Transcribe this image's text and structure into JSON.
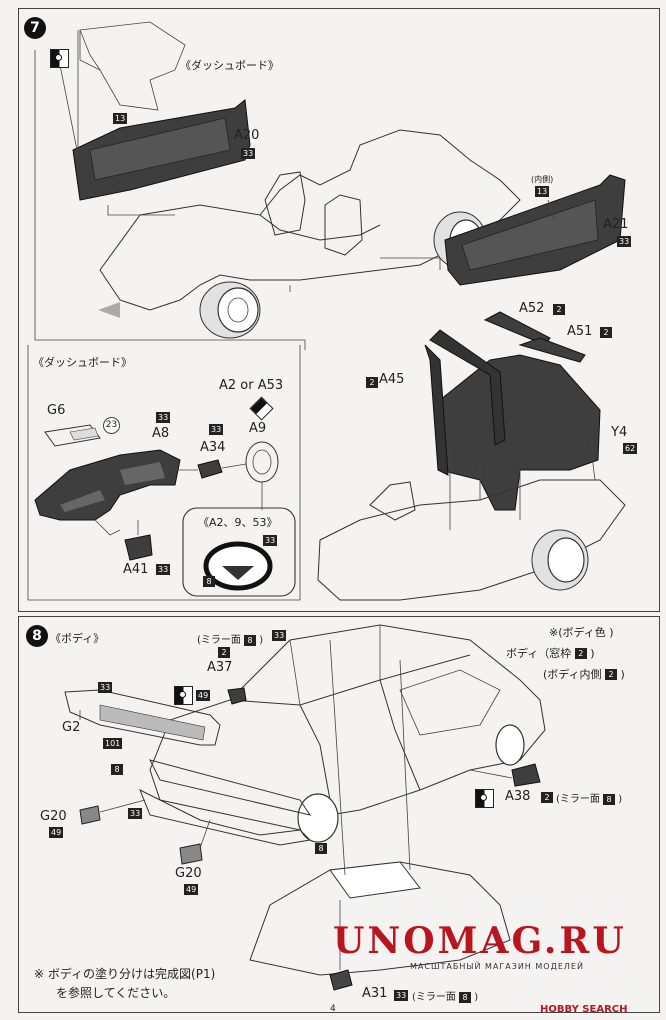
{
  "step7": {
    "number": "7",
    "dashboard_caption": "《ダッシュボード》",
    "dash_detail_title": "《ダッシュボード》",
    "left_inner_code": "13",
    "a20": {
      "label": "A20",
      "code": "33"
    },
    "inner_side_label": "(内側)",
    "right_inner_code": "13",
    "a21": {
      "label": "A21",
      "code": "33"
    },
    "g6": {
      "label": "G6",
      "circle": "23"
    },
    "a8": {
      "label": "A8",
      "code": "33"
    },
    "a34": {
      "label": "A34",
      "code": "33"
    },
    "steering_choice": "A2 or A53",
    "a9": "A9",
    "steering_variant_title": "《A2、9、53》",
    "steering_code_top": "33",
    "steering_code_left": "8",
    "a41": {
      "label": "A41",
      "code": "33"
    },
    "a45": {
      "label": "A45",
      "code": "2"
    },
    "a52": {
      "label": "A52",
      "code": "2"
    },
    "a51": {
      "label": "A51",
      "code": "2"
    },
    "y4": {
      "label": "Y4",
      "code": "62"
    }
  },
  "step8": {
    "number": "8",
    "title": "《ボディ》",
    "legend_title": "※(ボディ色 )",
    "legend_frame": {
      "prefix": "ボディ（窓枠",
      "code": "2",
      "suffix": ")"
    },
    "legend_inner": {
      "prefix": "(ボディ内側",
      "code": "2",
      "suffix": ")"
    },
    "a37": {
      "mirror_prefix": "(ミラー面",
      "mirror_code": "8",
      "mirror_suffix": ")",
      "code": "2",
      "label": "A37"
    },
    "top_code": "33",
    "g2": {
      "label": "G2",
      "code_top": "33",
      "code_bottom": "101",
      "code_side": "49"
    },
    "code_8_a": "8",
    "code_33_a": "33",
    "g20_left": {
      "label": "G20",
      "code": "49"
    },
    "g20_right": {
      "label": "G20",
      "code": "49"
    },
    "code_8_b": "8",
    "a38": {
      "label": "A38",
      "code": "2",
      "mirror_prefix": "(ミラー面",
      "mirror_code": "8",
      "mirror_suffix": ")"
    },
    "a31": {
      "label": "A31",
      "code": "33",
      "mirror_prefix": "(ミラー面",
      "mirror_code": "8",
      "mirror_suffix": ")"
    },
    "note_line1": "※ ボディの塗り分けは完成図(P1)",
    "note_line2": "を参照してください。"
  },
  "page_number": "4",
  "watermark": {
    "main": "UNOMAG.RU",
    "sub": "МАСШТАБНЫЙ МАГАЗИН МОДЕЛЕЙ"
  },
  "hobby_search": "HOBBY SEARCH"
}
